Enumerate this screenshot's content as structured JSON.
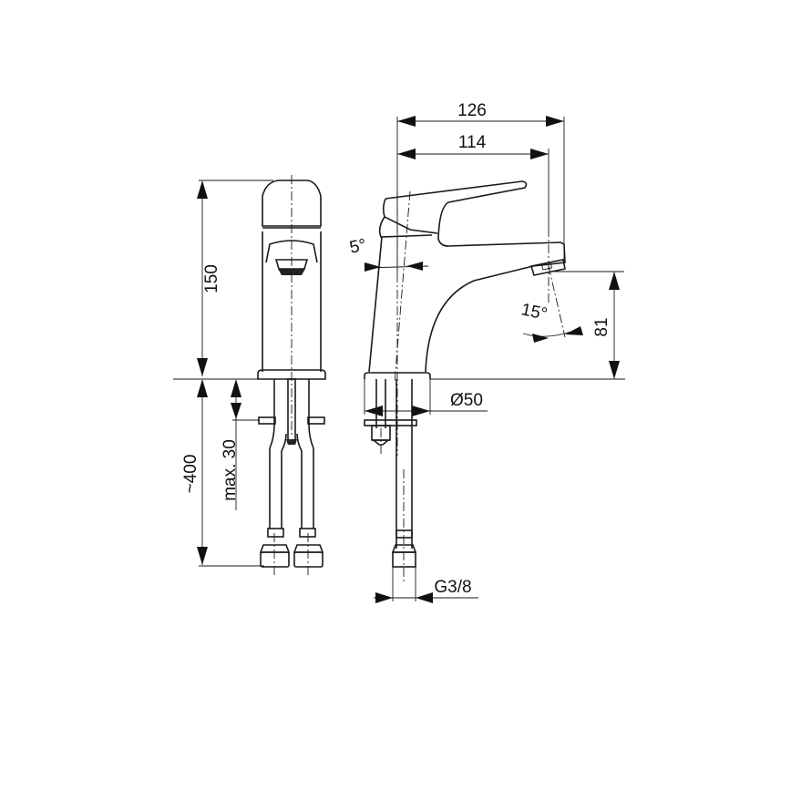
{
  "drawing": {
    "type": "faucet technical dimension drawing",
    "views": [
      "front-view",
      "side-view"
    ],
    "colors": {
      "line": "#1a1a1a",
      "background": "#ffffff"
    }
  },
  "dimensions": {
    "height_total": "150",
    "hose_length": "~400",
    "max_thickness": "max. 30",
    "width_total": "126",
    "spout_reach": "114",
    "handle_angle": "5°",
    "spout_angle": "15°",
    "spout_height": "81",
    "base_diameter": "Ø50",
    "thread": "G3/8"
  }
}
